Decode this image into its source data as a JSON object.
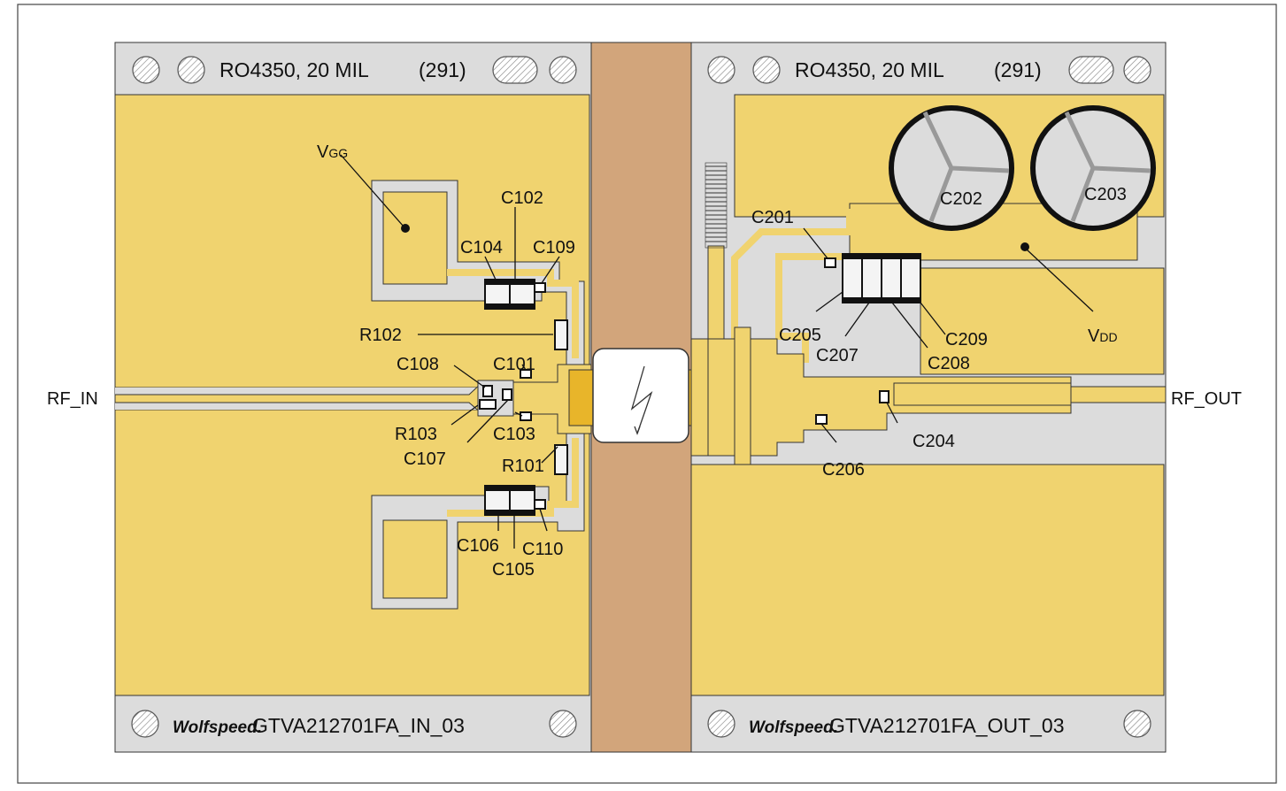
{
  "boards": {
    "input": {
      "material": "RO4350, 20 MIL",
      "number": "(291)",
      "logo": "Wolfspeed.",
      "part_name": "GTVA212701FA_IN_03"
    },
    "output": {
      "material": "RO4350, 20 MIL",
      "number": "(291)",
      "logo": "Wolfspeed.",
      "part_name": "GTVA212701FA_OUT_03"
    }
  },
  "ports": {
    "rf_in": "RF_IN",
    "rf_out": "RF_OUT"
  },
  "supplies": {
    "vgg_main": "V",
    "vgg_sub": "GG",
    "vdd_main": "V",
    "vdd_sub": "DD"
  },
  "components": {
    "C101": "C101",
    "C102": "C102",
    "C103": "C103",
    "C104": "C104",
    "C105": "C105",
    "C106": "C106",
    "C107": "C107",
    "C108": "C108",
    "C109": "C109",
    "C110": "C110",
    "R101": "R101",
    "R102": "R102",
    "R103": "R103",
    "C201": "C201",
    "C202": "C202",
    "C203": "C203",
    "C204": "C204",
    "C205": "C205",
    "C206": "C206",
    "C207": "C207",
    "C208": "C208",
    "C209": "C209"
  },
  "colors": {
    "copper": "#f0d36f",
    "substrate": "#dcdcdc",
    "heatsink": "#d2a57b",
    "device_tab": "#e8b52a",
    "outline": "#333333"
  }
}
